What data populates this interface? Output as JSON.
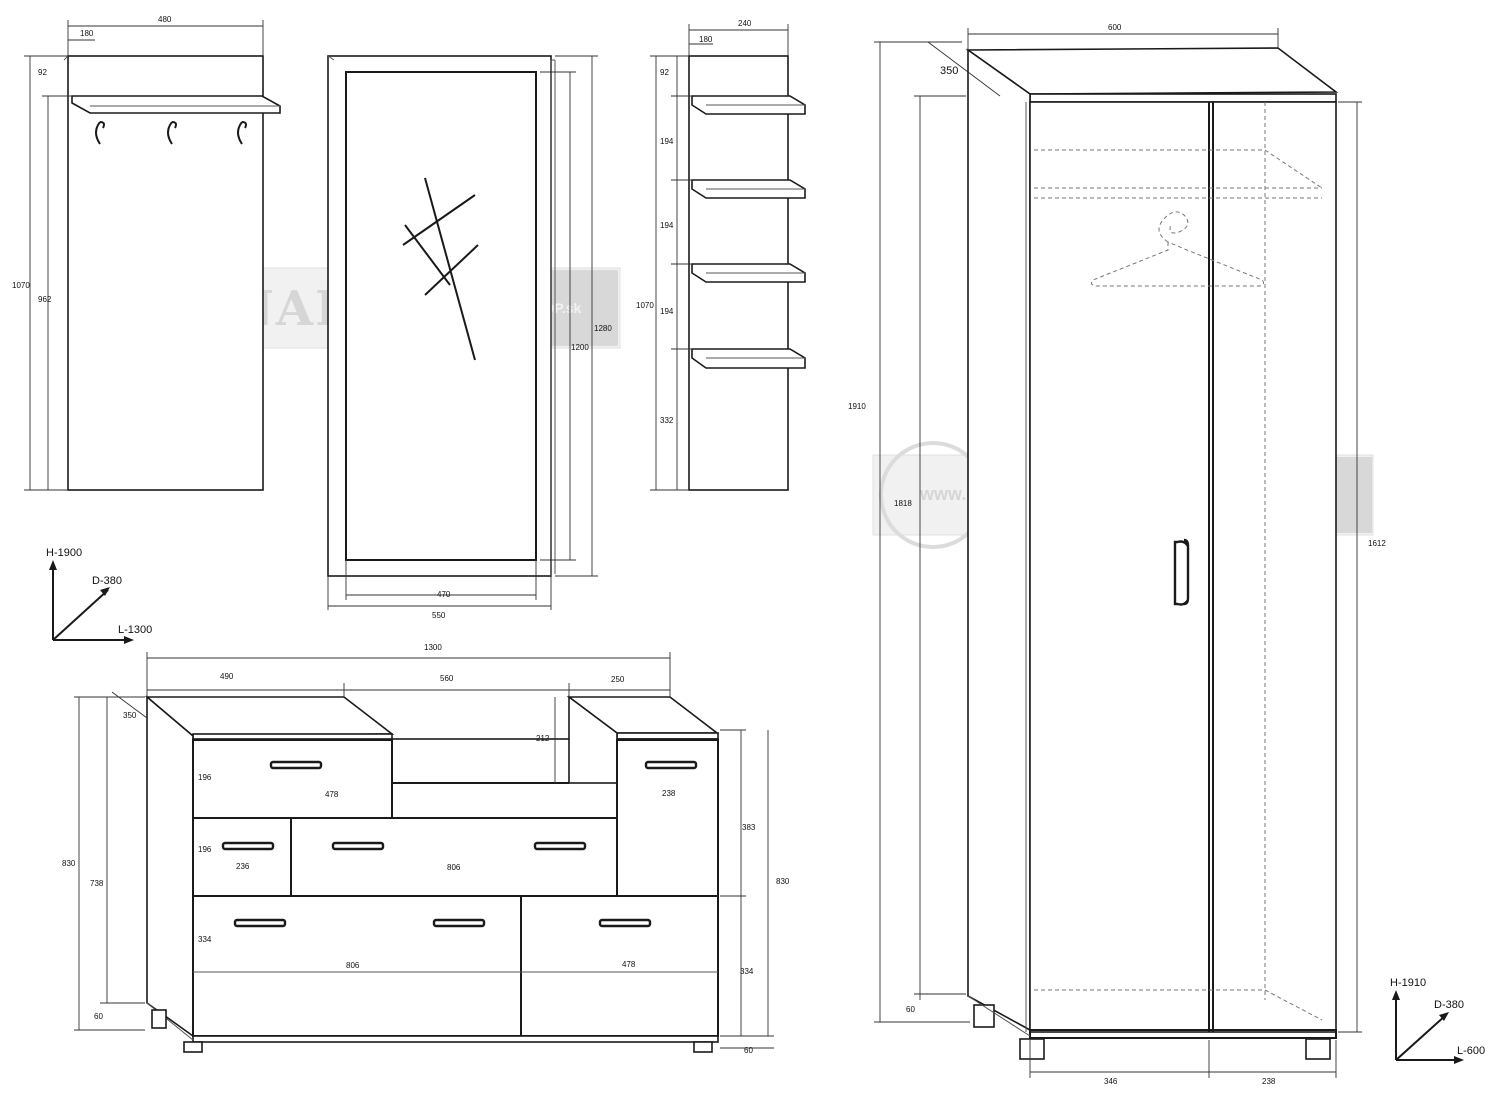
{
  "watermark": {
    "prefix": "www.",
    "brand": "NABYTOK",
    "suffix": "SHOP.sk"
  },
  "coat_panel": {
    "width": "480",
    "shelf_depth": "180",
    "top_gap": "92",
    "total_height": "1070",
    "panel_height": "962"
  },
  "mirror": {
    "outer_width": "550",
    "inner_width": "470",
    "outer_height": "1280",
    "inner_height": "1200"
  },
  "shelf_panel": {
    "width": "240",
    "shelf_depth": "180",
    "top_gap": "92",
    "gaps": [
      "194",
      "194",
      "194",
      "332"
    ],
    "total_height": "1070"
  },
  "wardrobe": {
    "width": "600",
    "depth": "350",
    "height": "1910",
    "door_height": "1818",
    "inner_height": "1612",
    "plinth": "60",
    "left_width": "346",
    "right_width": "238",
    "axes": {
      "h": "H-1910",
      "d": "D-380",
      "l": "L-600"
    }
  },
  "dresser": {
    "total_width": "1300",
    "left_width": "490",
    "middle_width": "560",
    "right_width": "250",
    "depth": "350",
    "step_height": "212",
    "top_drawer_height": "196",
    "mid_drawer_height": "196",
    "small_drawer_width": "236",
    "top_drawer_width": "478",
    "right_unit_width": "238",
    "long_drawer_width": "806",
    "right_height_upper": "383",
    "left_height": "830",
    "left_inner_height": "738",
    "bottom_drawer_height": "334",
    "bottom_long_width": "806",
    "bottom_right_width": "478",
    "right_drawer_height": "334",
    "right_height": "830",
    "plinth_left": "60",
    "plinth_right": "60"
  },
  "set_axes": {
    "h": "H-1900",
    "d": "D-380",
    "l": "L-1300"
  }
}
